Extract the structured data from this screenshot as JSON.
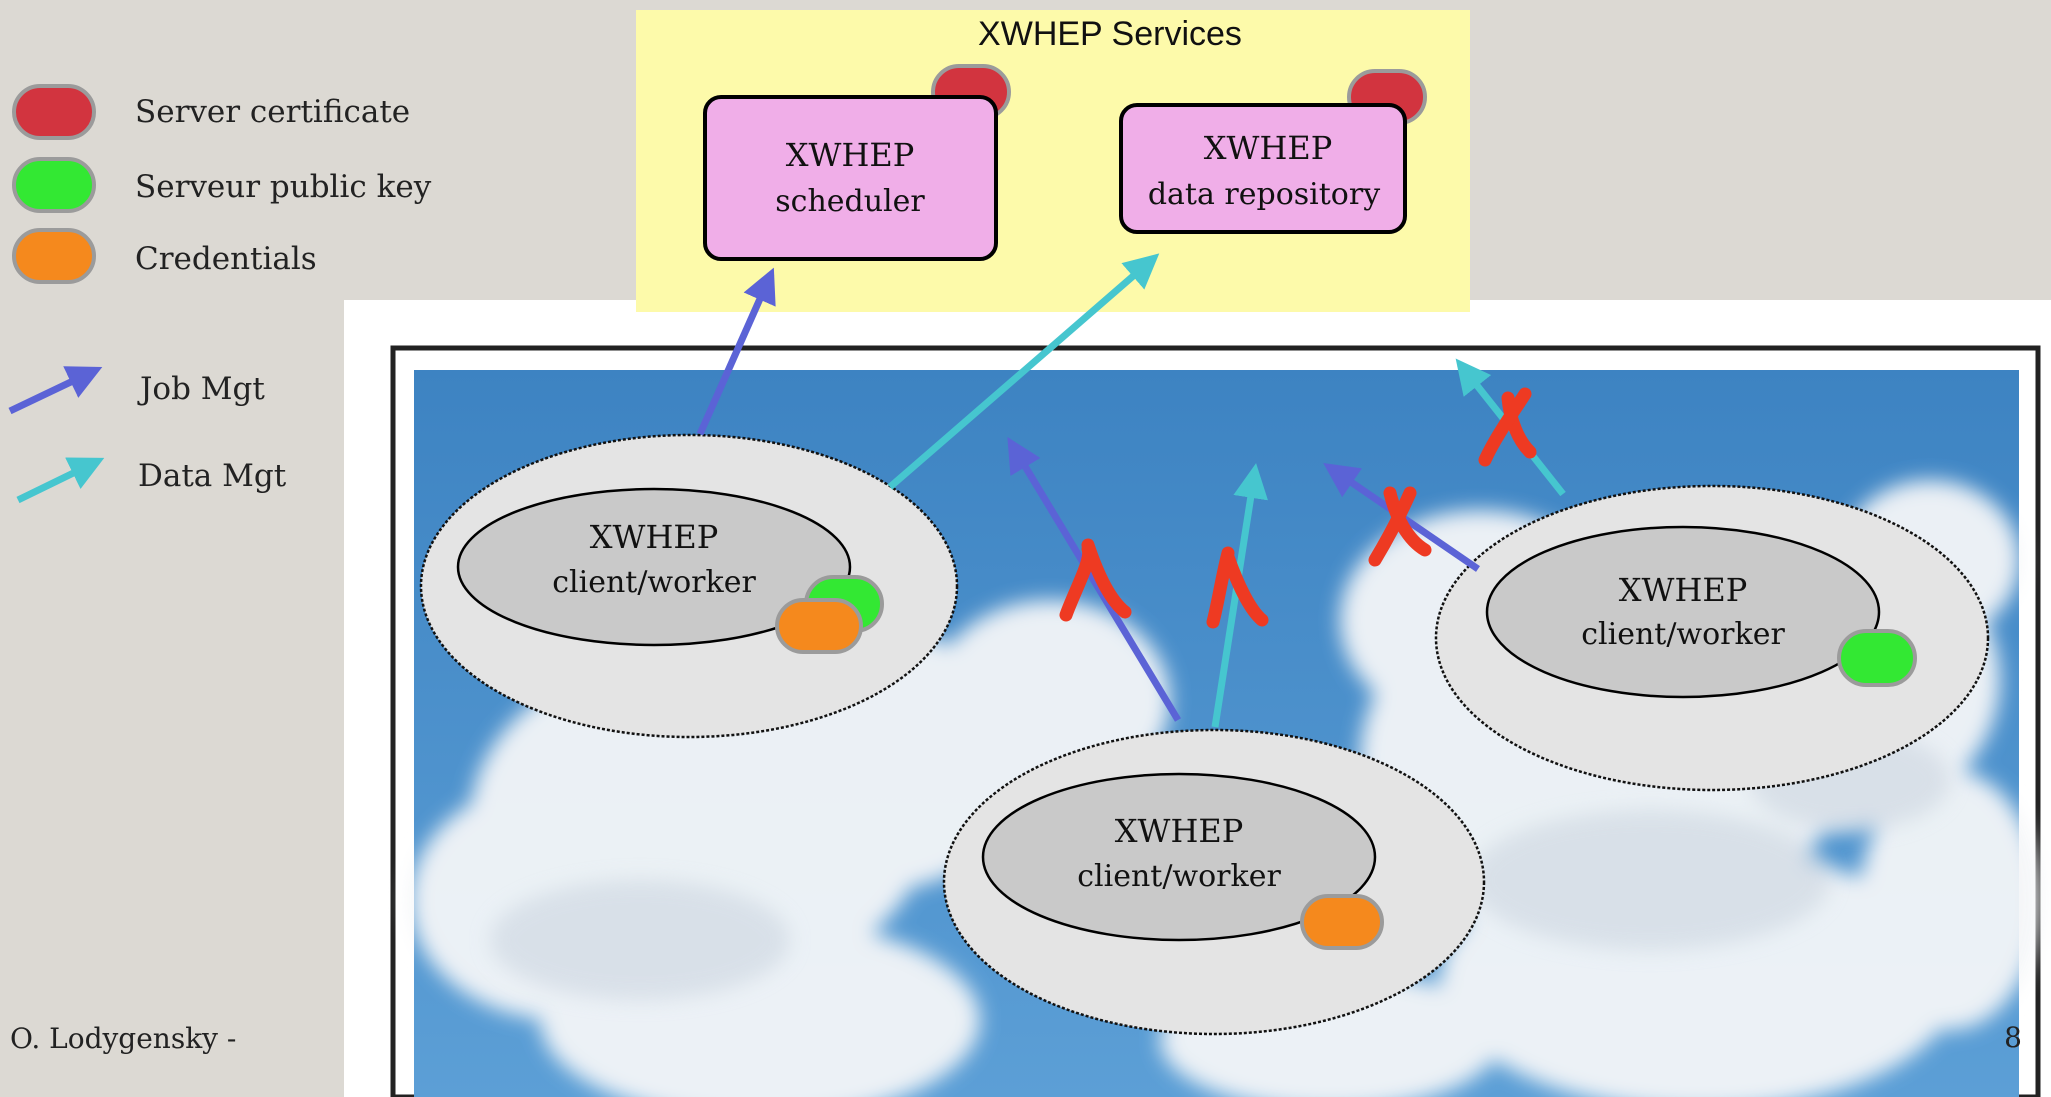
{
  "legend": {
    "items": [
      {
        "label": "Server certificate",
        "color": "#d2343f",
        "icon": "server-certificate-badge"
      },
      {
        "label": "Serveur public key",
        "color": "#33e833",
        "icon": "server-public-key-badge"
      },
      {
        "label": "Credentials",
        "color": "#f5891d",
        "icon": "credentials-badge"
      }
    ],
    "arrows": [
      {
        "label": "Job Mgt",
        "color": "#5b63d6",
        "icon": "job-mgt-arrow-icon"
      },
      {
        "label": "Data Mgt",
        "color": "#46c6cf",
        "icon": "data-mgt-arrow-icon"
      }
    ]
  },
  "services": {
    "title": "XWHEP Services",
    "scheduler": {
      "line1": "XWHEP",
      "line2": "scheduler"
    },
    "repository": {
      "line1": "XWHEP",
      "line2": "data repository"
    }
  },
  "nodes": [
    {
      "line1": "XWHEP",
      "line2": "client/worker"
    },
    {
      "line1": "XWHEP",
      "line2": "client/worker"
    },
    {
      "line1": "XWHEP",
      "line2": "client/worker"
    }
  ],
  "footer": {
    "author": "O. Lodygensky -",
    "page": "8"
  },
  "colors": {
    "services_bg": "#fdfaaa",
    "service_box": "#f0aee8",
    "node_outer": "#e4e4e4",
    "node_inner": "#c9c9c9",
    "cross": "#ee3a22"
  }
}
